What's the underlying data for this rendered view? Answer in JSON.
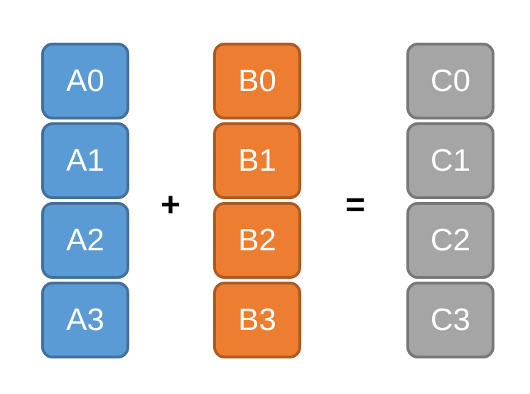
{
  "column_a": {
    "color": "#5b9bd5",
    "border_color": "#41719c",
    "cells": [
      "A0",
      "A1",
      "A2",
      "A3"
    ]
  },
  "column_b": {
    "color": "#ed7d31",
    "border_color": "#ae5a21",
    "cells": [
      "B0",
      "B1",
      "B2",
      "B3"
    ]
  },
  "column_c": {
    "color": "#a5a5a5",
    "border_color": "#787878",
    "cells": [
      "C0",
      "C1",
      "C2",
      "C3"
    ]
  },
  "operators": {
    "plus": "+",
    "equals": "="
  }
}
